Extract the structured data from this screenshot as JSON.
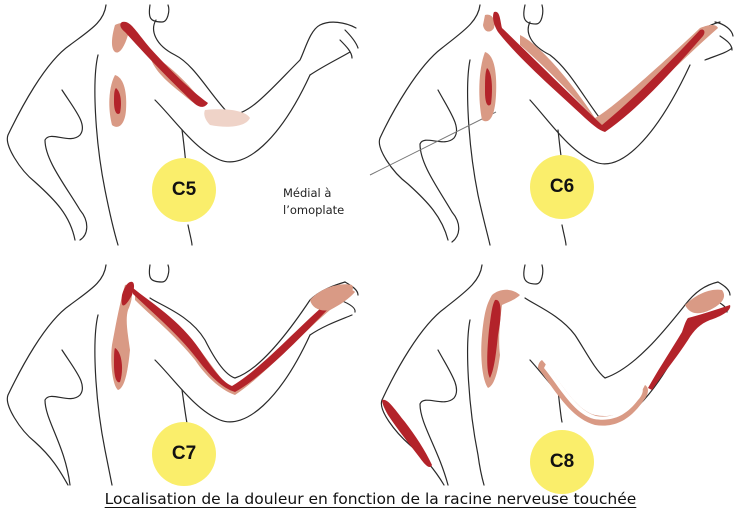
{
  "panels": [
    {
      "id": "c5",
      "label": "C5"
    },
    {
      "id": "c6",
      "label": "C6"
    },
    {
      "id": "c7",
      "label": "C7"
    },
    {
      "id": "c8",
      "label": "C8"
    }
  ],
  "annotation": {
    "line1": "Médial à",
    "line2": "l’omoplate"
  },
  "caption": "Localisation de la douleur en fonction de la racine nerveuse touchée",
  "colors": {
    "outline": "#2a2a2a",
    "pain_dark": "#b3232a",
    "pain_light": "#d99a85",
    "pain_pale": "#efd3c8",
    "badge": "#faee6b"
  }
}
